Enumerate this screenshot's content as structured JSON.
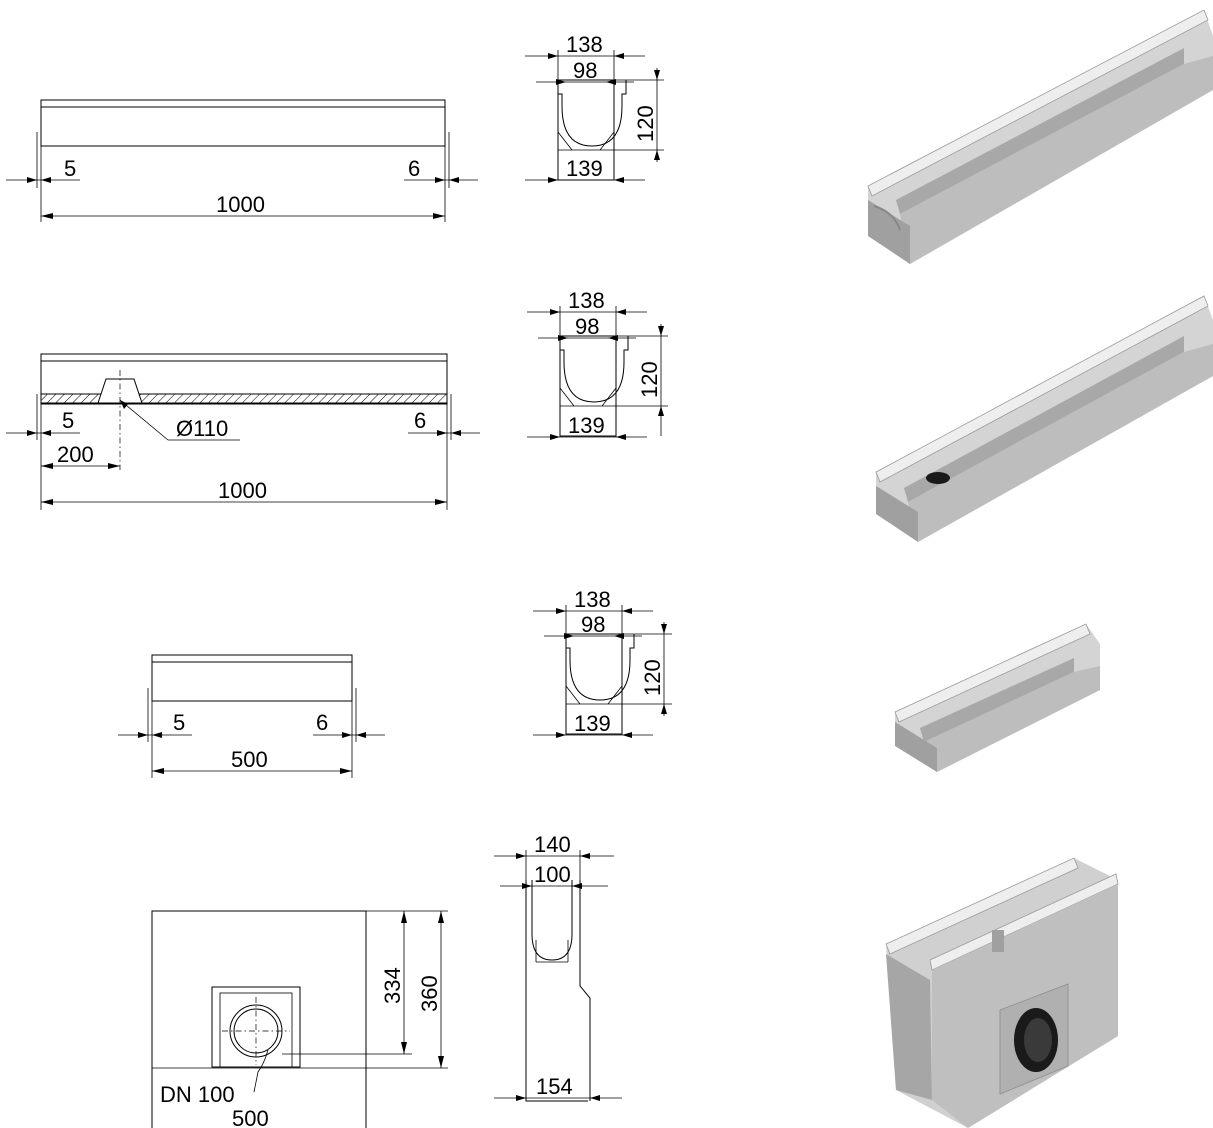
{
  "drawings": [
    {
      "id": "channel-1000",
      "side": {
        "gap_left": "5",
        "gap_right": "6",
        "length": "1000"
      },
      "section": {
        "top_width": "138",
        "inner_width": "98",
        "height": "120",
        "bottom_width": "139"
      }
    },
    {
      "id": "channel-1000-outlet",
      "side": {
        "gap_left": "5",
        "gap_right": "6",
        "outlet_offset": "200",
        "outlet_diameter": "Ø110",
        "length": "1000"
      },
      "section": {
        "top_width": "138",
        "inner_width": "98",
        "height": "120",
        "bottom_width": "139"
      }
    },
    {
      "id": "channel-500",
      "side": {
        "gap_left": "5",
        "gap_right": "6",
        "length": "500"
      },
      "section": {
        "top_width": "138",
        "inner_width": "98",
        "height": "120",
        "bottom_width": "139"
      }
    },
    {
      "id": "catch-basin",
      "front": {
        "outlet_height": "334",
        "total_height": "360",
        "outlet_label": "DN 100",
        "width": "500"
      },
      "section": {
        "top_width": "140",
        "inner_width": "100",
        "bottom_width": "154"
      }
    }
  ],
  "colors": {
    "line": "#000000",
    "render_light": "#d8d8d8",
    "render_mid": "#b8b8b8",
    "render_dark": "#8e8e8e",
    "edge_steel": "#eeeeee",
    "outlet_black": "#1a1a1a"
  }
}
